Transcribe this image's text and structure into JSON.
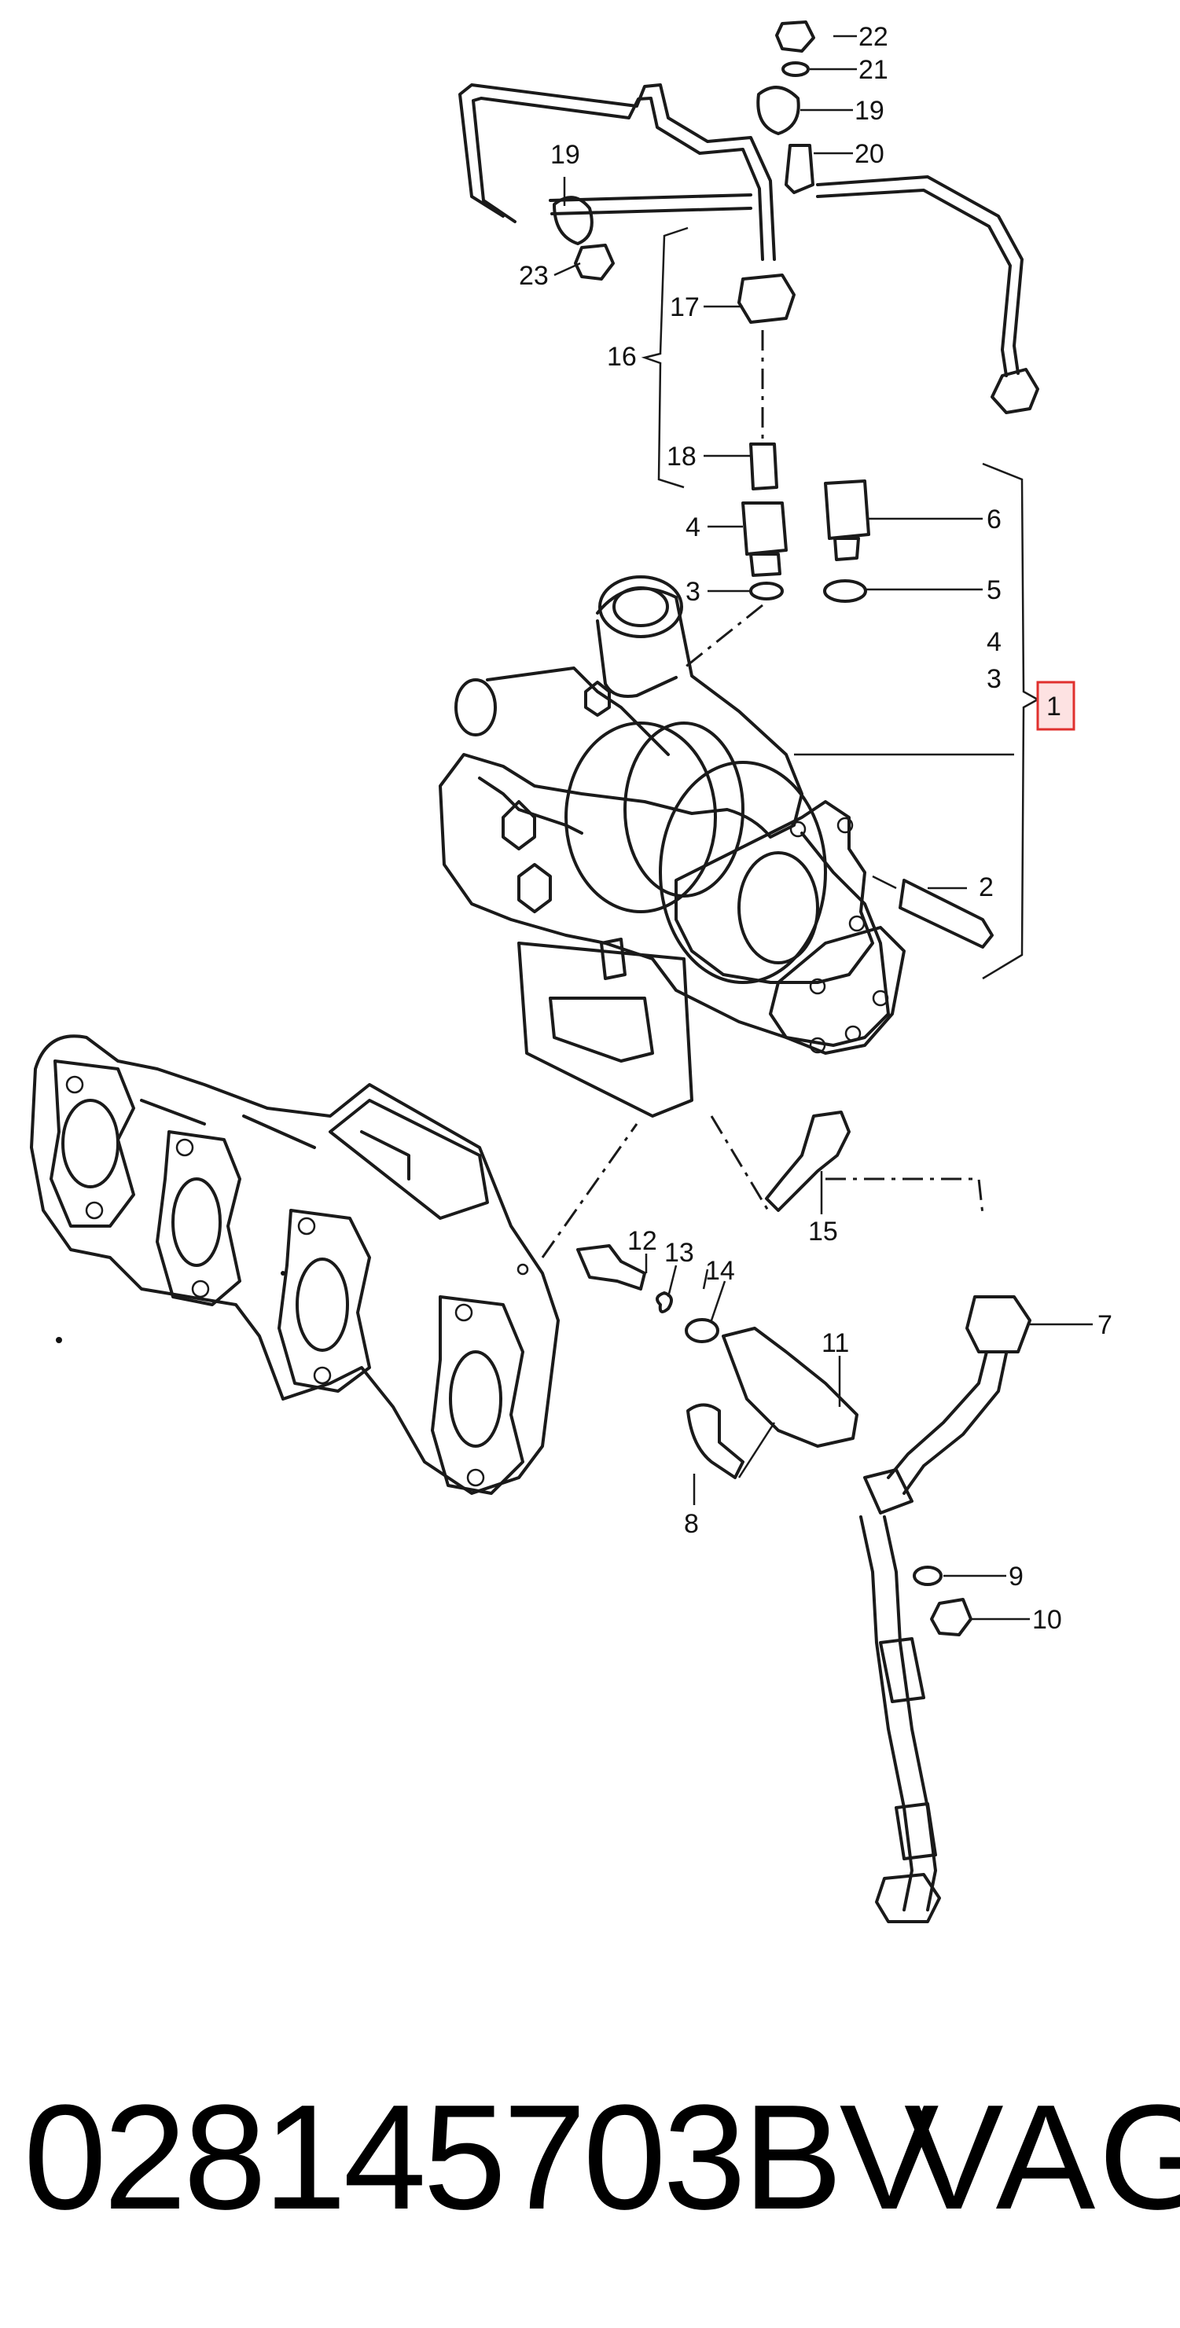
{
  "callouts": {
    "c1": "1",
    "c2": "2",
    "c3a": "3",
    "c3b": "3",
    "c4a": "4",
    "c4b": "4",
    "c5": "5",
    "c6": "6",
    "c7": "7",
    "c8": "8",
    "c9": "9",
    "c10": "10",
    "c11": "11",
    "c12": "12",
    "c13": "13",
    "c14": "14",
    "c15": "15",
    "c16": "16",
    "c17": "17",
    "c18": "18",
    "c19a": "19",
    "c19b": "19",
    "c20": "20",
    "c21": "21",
    "c22": "22",
    "c23": "23"
  },
  "highlight_color": "#e0302e",
  "footer": {
    "part_number": "028145703BV",
    "brand": "VAG"
  }
}
